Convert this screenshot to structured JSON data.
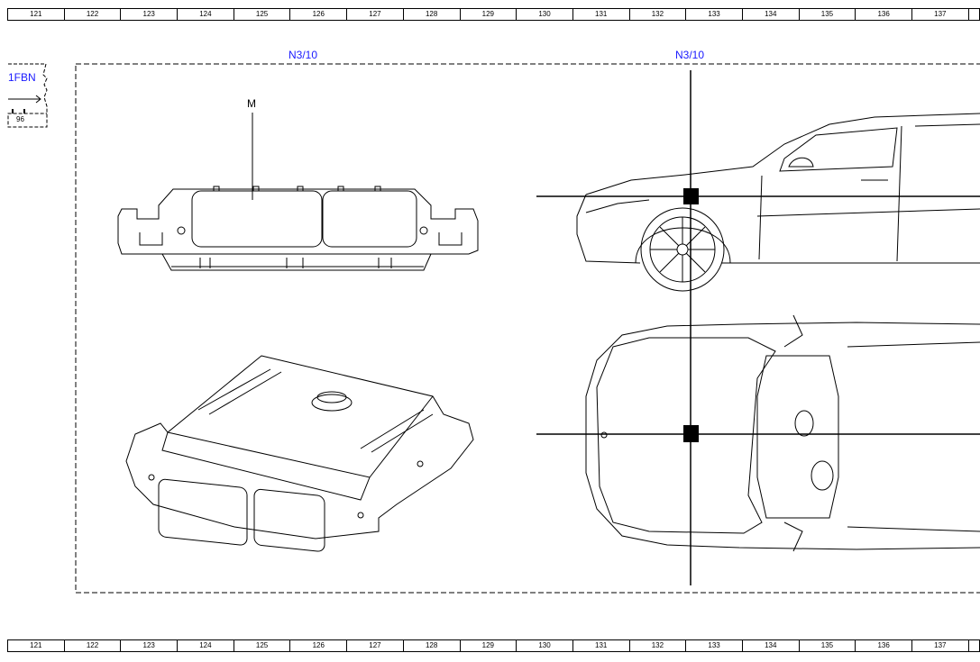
{
  "ruler": {
    "columns": [
      "121",
      "122",
      "123",
      "124",
      "125",
      "126",
      "127",
      "128",
      "129",
      "130",
      "131",
      "132",
      "133",
      "134",
      "135",
      "136",
      "137"
    ]
  },
  "xref": {
    "label": "1FBN",
    "page": "96"
  },
  "labels": {
    "left_ref": "N3/10",
    "right_ref": "N3/10",
    "connector_m": "M"
  },
  "colors": {
    "ref_text": "#1a1aff",
    "line": "#000000"
  }
}
